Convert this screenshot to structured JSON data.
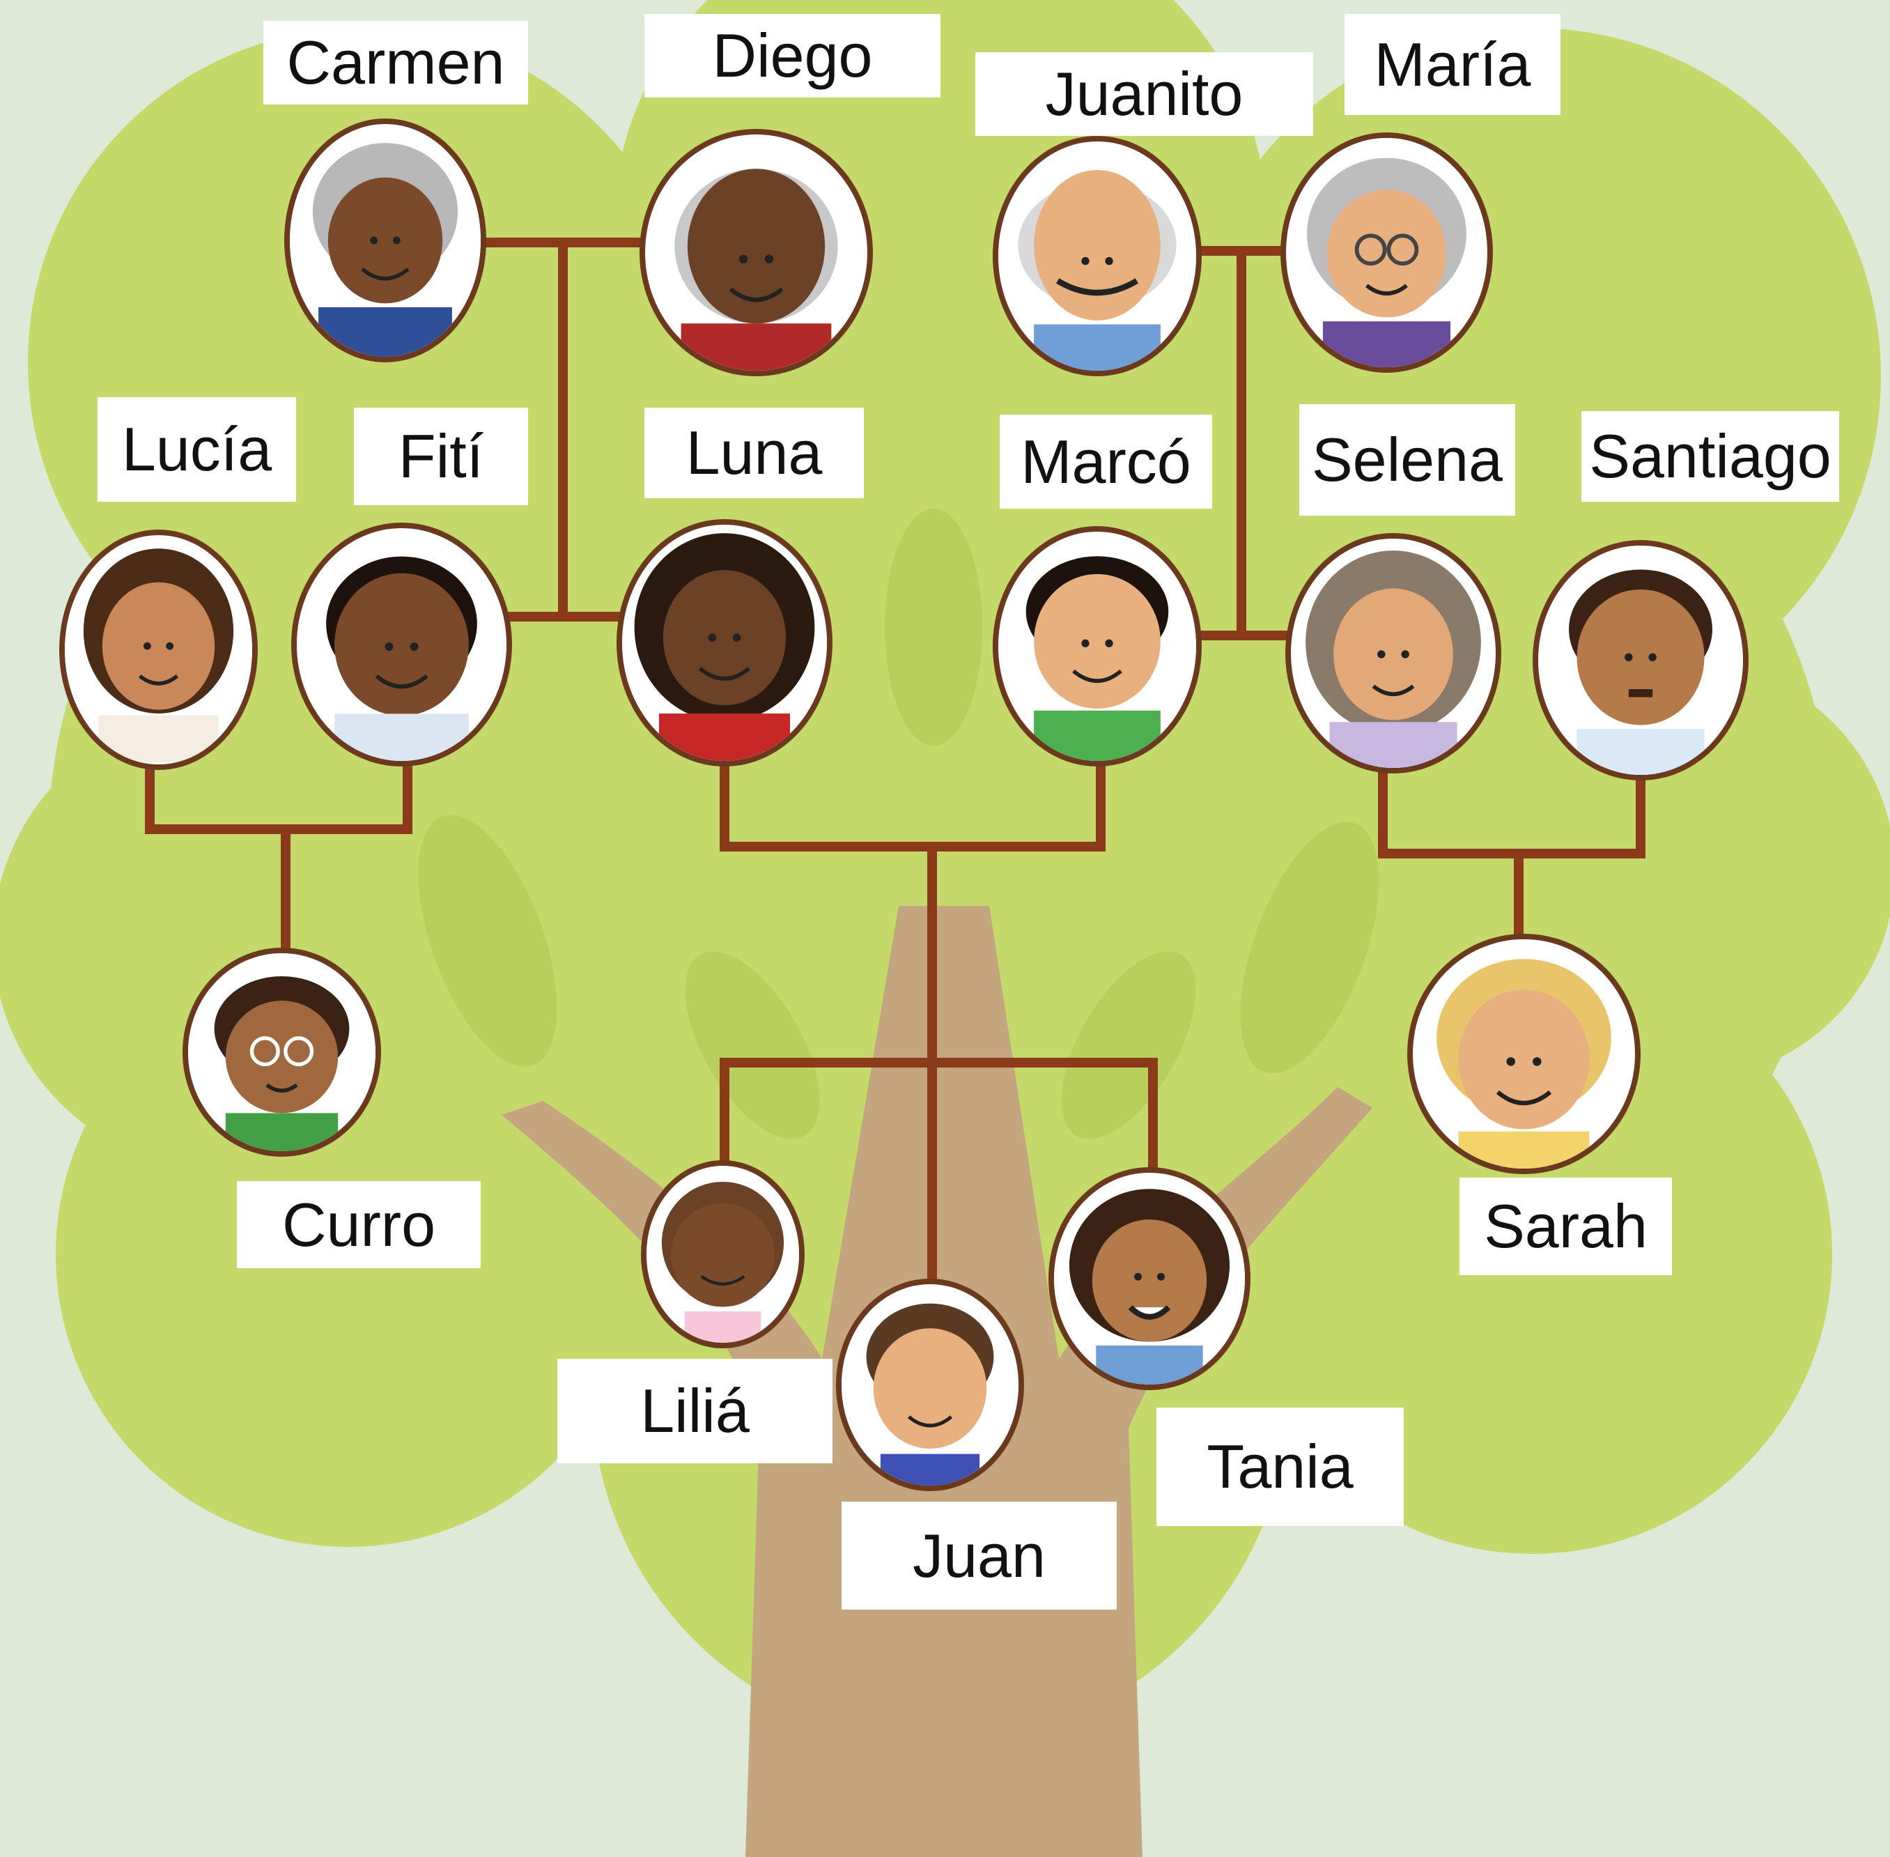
{
  "colors": {
    "canopy": "#c5d96a",
    "canopy_edge": "#b4cc58",
    "trunk": "#c4a57e",
    "connector": "#8b3a1a",
    "label_bg": "#ffffff"
  },
  "people": {
    "carmen": {
      "name": "Carmen",
      "skin": "#7a4a2a",
      "hair": "#b8b8b8",
      "shirt": "#2f4f9a"
    },
    "diego": {
      "name": "Diego",
      "skin": "#6b4226",
      "hair": "#c8c8c8",
      "shirt": "#b02a2a"
    },
    "juanito": {
      "name": "Juanito",
      "skin": "#e9b07f",
      "hair": "#d9d9d9",
      "shirt": "#6f9fd6"
    },
    "maria": {
      "name": "María",
      "skin": "#e9b07f",
      "hair": "#bdbdbd",
      "shirt": "#6a4c9c"
    },
    "lucia": {
      "name": "Lucía",
      "skin": "#c9875a",
      "hair": "#4a2c17",
      "shirt": "#f4ede2"
    },
    "fiti": {
      "name": "Fití",
      "skin": "#7a4a2a",
      "hair": "#1e130c",
      "shirt": "#dce6f2"
    },
    "luna": {
      "name": "Luna",
      "skin": "#6b4226",
      "hair": "#2b1a10",
      "shirt": "#c62828"
    },
    "marco": {
      "name": "Marcó",
      "skin": "#e9b07f",
      "hair": "#1e130c",
      "shirt": "#4caf50"
    },
    "selena": {
      "name": "Selena",
      "skin": "#e3a878",
      "hair": "#8a7a6a",
      "shirt": "#c7b8e0"
    },
    "santiago": {
      "name": "Santiago",
      "skin": "#b57a4a",
      "hair": "#3a2214",
      "shirt": "#dbe8f5"
    },
    "curro": {
      "name": "Curro",
      "skin": "#a0683f",
      "hair": "#3a2214",
      "shirt": "#43a047"
    },
    "sarah": {
      "name": "Sarah",
      "skin": "#e9b07f",
      "hair": "#e8c46a",
      "shirt": "#f3d36a"
    },
    "lilia": {
      "name": "Liliá",
      "skin": "#7a4a2a",
      "hair": "#6b4226",
      "shirt": "#f7c6d8"
    },
    "juan": {
      "name": "Juan",
      "skin": "#e9b07f",
      "hair": "#5a3a22",
      "shirt": "#3f51b5"
    },
    "tania": {
      "name": "Tania",
      "skin": "#b57a4a",
      "hair": "#3a2214",
      "shirt": "#6f9fd6"
    }
  }
}
